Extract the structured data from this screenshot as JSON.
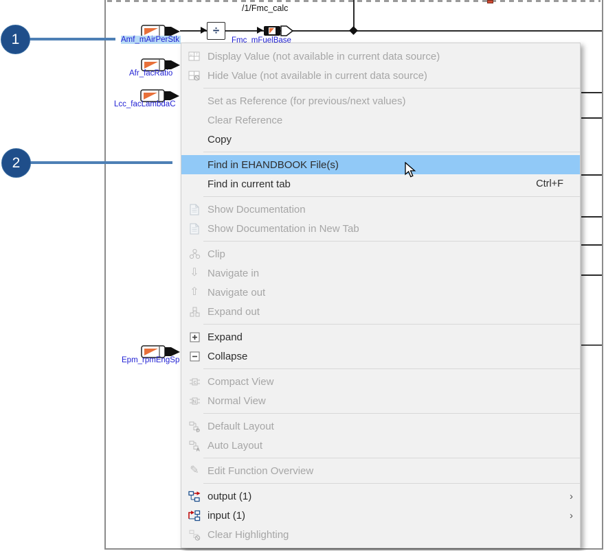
{
  "callouts": [
    {
      "number": "1"
    },
    {
      "number": "2"
    }
  ],
  "diagram": {
    "title": "/1/Fmc_calc",
    "operator": "÷",
    "inputs": [
      {
        "label": "Amf_mAirPerStk",
        "selected": true
      },
      {
        "label": "Afr_facRatio",
        "selected": false
      },
      {
        "label": "Lcc_facLambdaC",
        "selected": false
      },
      {
        "label": "Epm_rpmEngSp",
        "selected": false
      }
    ],
    "output_label": "Fmc_mFuelBase"
  },
  "context_menu": {
    "submenu_arrow": "›",
    "items": [
      {
        "label": "Display Value (not available in current data source)",
        "icon": "display-value",
        "enabled": false
      },
      {
        "label": "Hide Value (not available in current data source)",
        "icon": "hide-value",
        "enabled": false
      },
      {
        "type": "separator"
      },
      {
        "label": "Set as Reference (for previous/next values)",
        "icon": null,
        "enabled": false
      },
      {
        "label": "Clear Reference",
        "icon": null,
        "enabled": false
      },
      {
        "label": "Copy",
        "icon": null,
        "enabled": true
      },
      {
        "type": "separator"
      },
      {
        "label": "Find in EHANDBOOK File(s)",
        "icon": null,
        "enabled": true,
        "highlighted": true
      },
      {
        "label": "Find in current tab",
        "icon": null,
        "enabled": true,
        "shortcut": "Ctrl+F"
      },
      {
        "type": "separator"
      },
      {
        "label": "Show Documentation",
        "icon": "document",
        "enabled": false
      },
      {
        "label": "Show Documentation in New Tab",
        "icon": "document",
        "enabled": false
      },
      {
        "type": "separator"
      },
      {
        "label": "Clip",
        "icon": "clip",
        "enabled": false
      },
      {
        "label": "Navigate in",
        "icon": "navigate-in",
        "enabled": false
      },
      {
        "label": "Navigate out",
        "icon": "navigate-out",
        "enabled": false
      },
      {
        "label": "Expand out",
        "icon": "expand-out",
        "enabled": false
      },
      {
        "type": "separator"
      },
      {
        "label": "Expand",
        "icon": "expand",
        "enabled": true
      },
      {
        "label": "Collapse",
        "icon": "collapse",
        "enabled": true
      },
      {
        "type": "separator"
      },
      {
        "label": "Compact View",
        "icon": "compact-view",
        "enabled": false
      },
      {
        "label": "Normal View",
        "icon": "normal-view",
        "enabled": false
      },
      {
        "type": "separator"
      },
      {
        "label": "Default Layout",
        "icon": "default-layout",
        "enabled": false
      },
      {
        "label": "Auto Layout",
        "icon": "auto-layout",
        "enabled": false
      },
      {
        "type": "separator"
      },
      {
        "label": "Edit Function Overview",
        "icon": "edit",
        "enabled": false
      },
      {
        "type": "separator"
      },
      {
        "label": "output (1)",
        "icon": "output",
        "enabled": true,
        "submenu": true
      },
      {
        "label": "input (1)",
        "icon": "input",
        "enabled": true,
        "submenu": true
      },
      {
        "label": "Clear Highlighting",
        "icon": "clear-highlighting",
        "enabled": false
      }
    ]
  },
  "colors": {
    "menu_highlight": "#91c9f7",
    "callout_blue": "#1f4e8a",
    "annotation_line": "#4d7fb5",
    "selection_background": "#b8dbf5",
    "signal_label_blue": "#2121d4",
    "port_orange": "#e8703a"
  }
}
